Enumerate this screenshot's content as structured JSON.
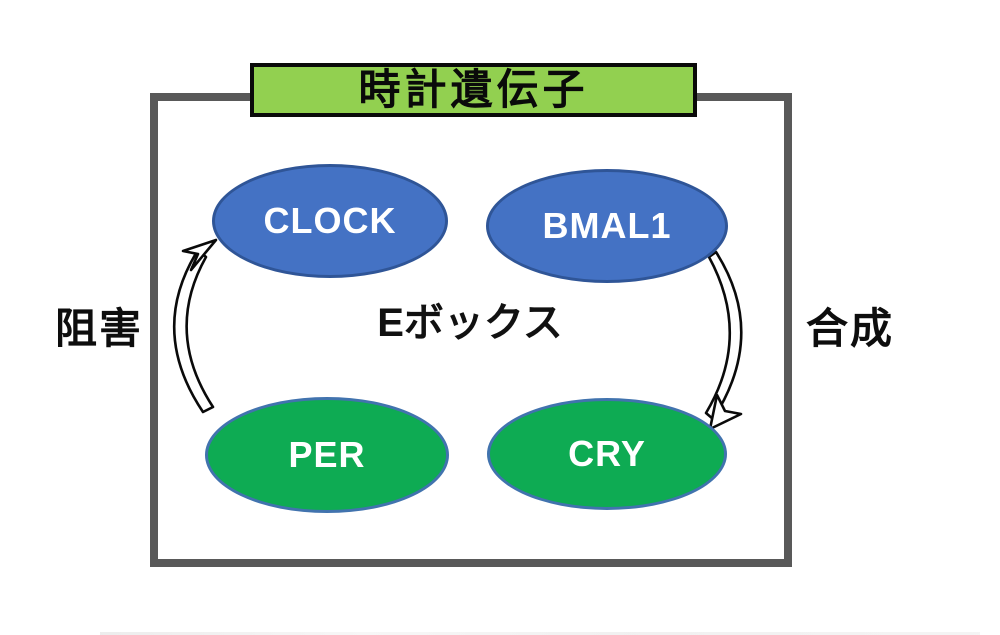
{
  "title_box": {
    "label": "時計遺伝子",
    "fill": "#92D050",
    "border_color": "#0a0a0a"
  },
  "outer_box": {
    "border_color": "#595959"
  },
  "nodes": [
    {
      "id": "clock",
      "label": "CLOCK",
      "fill": "#4472C4",
      "border": "#2F5597",
      "text_color": "#ffffff"
    },
    {
      "id": "bmal1",
      "label": "BMAL1",
      "fill": "#4472C4",
      "border": "#2F5597",
      "text_color": "#ffffff"
    },
    {
      "id": "per",
      "label": "PER",
      "fill": "#0EAB53",
      "border": "#4173AE",
      "text_color": "#ffffff"
    },
    {
      "id": "cry",
      "label": "CRY",
      "fill": "#0EAB53",
      "border": "#4173AE",
      "text_color": "#ffffff"
    }
  ],
  "center_label": {
    "text": "Eボックス"
  },
  "side_labels": {
    "left": "阻害",
    "right": "合成"
  },
  "arrows": [
    {
      "name": "inhibition-arrow",
      "from": "PER",
      "to": "CLOCK",
      "label": "阻害",
      "color": "#0a0a0a"
    },
    {
      "name": "synthesis-arrow",
      "from": "BMAL1",
      "to": "CRY",
      "label": "合成",
      "color": "#0a0a0a"
    }
  ]
}
